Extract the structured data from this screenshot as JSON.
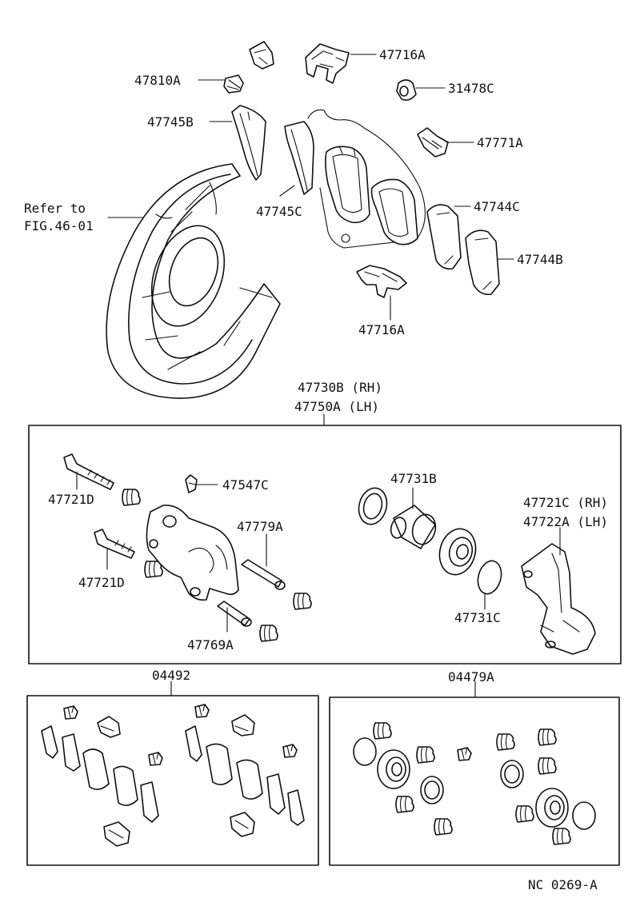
{
  "labels": {
    "p47716A_top": "47716A",
    "p47810A": "47810A",
    "p31478C": "31478C",
    "p47745B": "47745B",
    "p47771A": "47771A",
    "refer_line1": "Refer to",
    "refer_line2": "FIG.46-01",
    "p47745C": "47745C",
    "p47744C": "47744C",
    "p47744B": "47744B",
    "p47716A_bottom": "47716A",
    "assy_rh": "47730B (RH)",
    "assy_lh": "47750A (LH)",
    "p47721D_upper": "47721D",
    "p47547C": "47547C",
    "p47731B": "47731B",
    "p47721C": "47721C (RH)",
    "p47722A": "47722A (LH)",
    "p47779A": "47779A",
    "p47721D_lower": "47721D",
    "p47731C": "47731C",
    "p47769A": "47769A",
    "kit_04492": "04492",
    "kit_04479A": "04479A",
    "figure_code": "NC  0269-A"
  }
}
